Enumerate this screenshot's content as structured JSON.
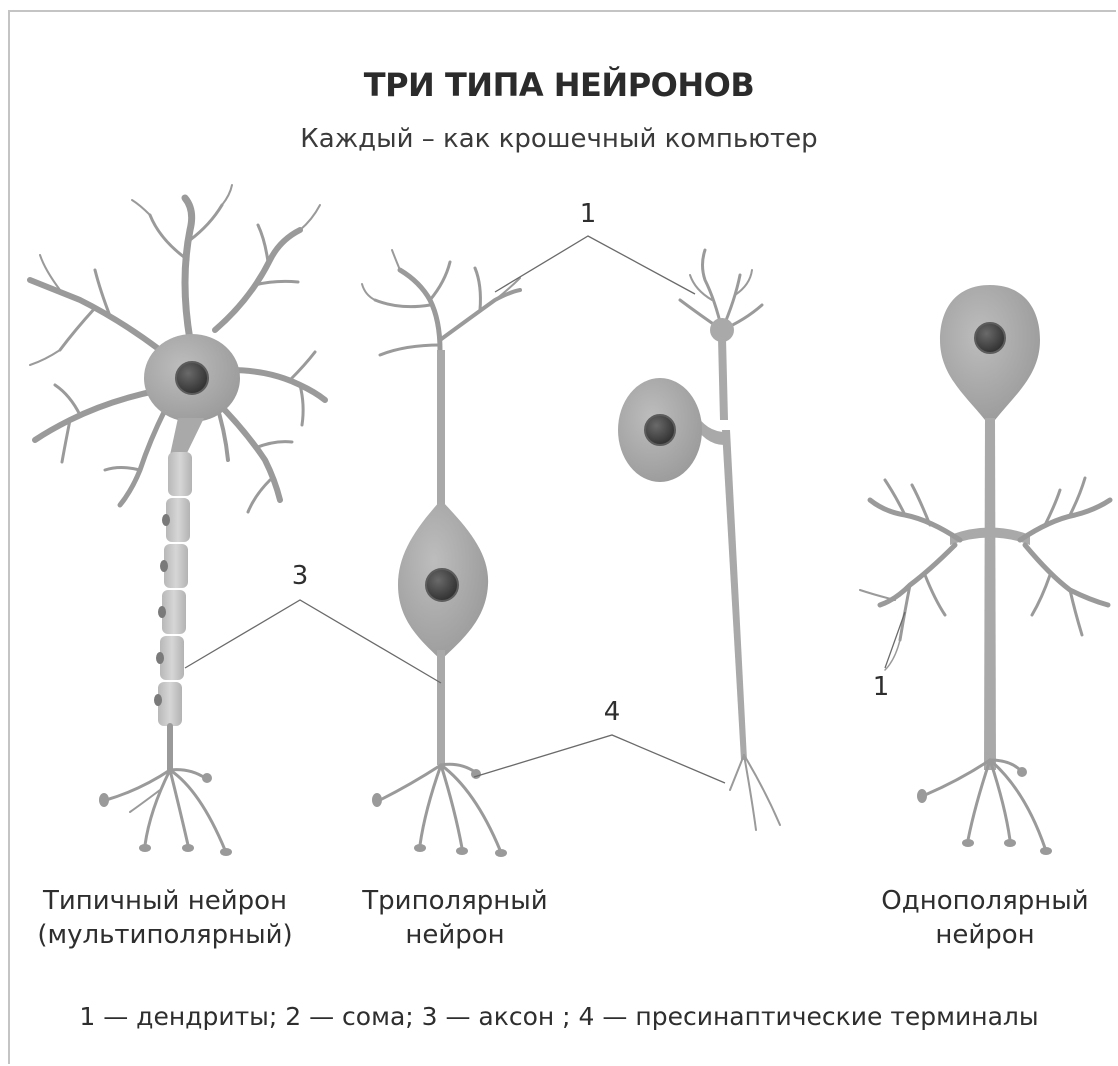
{
  "title": "ТРИ ТИПА НЕЙРОНОВ",
  "subtitle": "Каждый – как крошечный компьютер",
  "neurons": [
    {
      "caption_line1": "Типичный нейрон",
      "caption_line2": "(мультиполярный)"
    },
    {
      "caption_line1": "Триполярный",
      "caption_line2": "нейрон"
    },
    {
      "caption_line1": "Однополярный",
      "caption_line2": "нейрон"
    }
  ],
  "callouts": {
    "dendrites_top": "1",
    "axon": "3",
    "terminals": "4",
    "dendrites_right": "1"
  },
  "legend": "1 — дендриты; 2 — сома; 3 — аксон ; 4 — пресинаптические терминалы",
  "colors": {
    "cell": "#a9a9a9",
    "nucleus": "#3c3c3c",
    "myelin": "#c8c8c8",
    "leader_line": "#6a6a6a",
    "text": "#2e2e2e"
  }
}
